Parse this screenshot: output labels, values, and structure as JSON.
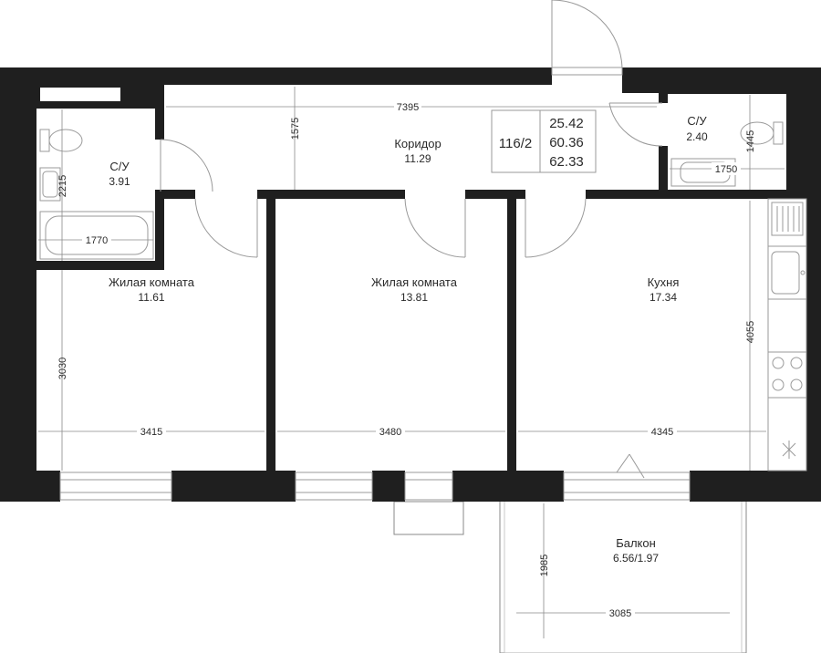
{
  "apartment": {
    "code": "116/2",
    "area_living": "25.42",
    "area_total": "60.36",
    "area_with_balcony": "62.33"
  },
  "rooms": {
    "bath1": {
      "name": "С/У",
      "area": "3.91"
    },
    "corridor": {
      "name": "Коридор",
      "area": "11.29"
    },
    "bath2": {
      "name": "С/У",
      "area": "2.40"
    },
    "living1": {
      "name": "Жилая комната",
      "area": "11.61"
    },
    "living2": {
      "name": "Жилая комната",
      "area": "13.81"
    },
    "kitchen": {
      "name": "Кухня",
      "area": "17.34"
    },
    "balcony": {
      "name": "Балкон",
      "area": "6.56/1.97"
    }
  },
  "dimensions": {
    "corridor_width": "7395",
    "corridor_depth": "1575",
    "bath1_height": "2215",
    "bath1_width": "1770",
    "bath2_height": "1445",
    "bath2_width": "1750",
    "living1_height": "3030",
    "living1_width": "3415",
    "living2_width": "3480",
    "kitchen_width": "4345",
    "kitchen_height": "4055",
    "balcony_height": "1985",
    "balcony_width": "3085"
  }
}
